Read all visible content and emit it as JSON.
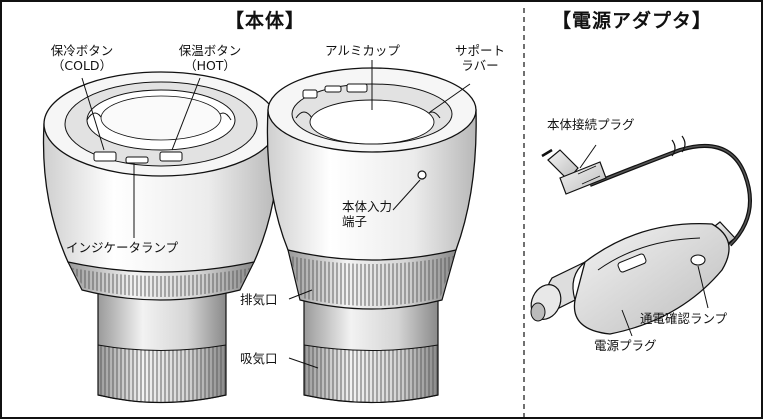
{
  "main": {
    "title": "【本体】",
    "labels": {
      "cold_button": [
        "保冷ボタン",
        "（COLD）"
      ],
      "hot_button": [
        "保温ボタン",
        "（HOT）"
      ],
      "aluminum_cup": "アルミカップ",
      "support_rubber": [
        "サポート",
        "ラバー"
      ],
      "power_input": [
        "本体入力",
        "端子"
      ],
      "indicator_lamp": "インジケータランプ",
      "exhaust": "排気口",
      "intake": "吸気口"
    }
  },
  "adapter": {
    "title": "【電源アダプタ】",
    "labels": {
      "body_plug": "本体接続プラグ",
      "power_lamp": "通電確認ランプ",
      "power_plug": "電源プラグ"
    }
  },
  "colors": {
    "frame": "#111111",
    "cup_shade": "#e8e8e8",
    "cup_dark": "#9a9a9a"
  }
}
